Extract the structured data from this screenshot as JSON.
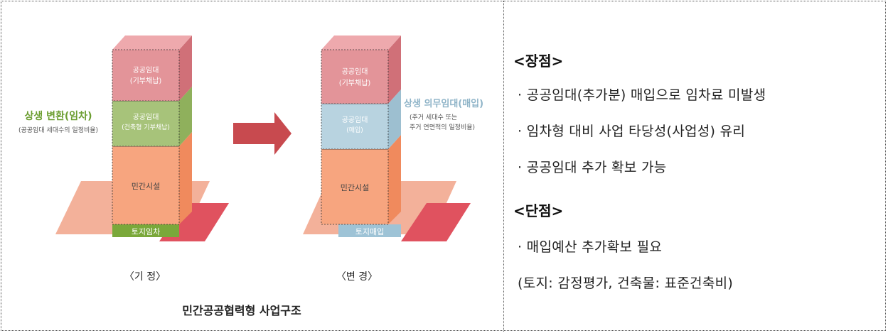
{
  "diagram": {
    "before": {
      "side_title": "상생 변환(임차)",
      "side_sub": "(공공임대 세대수의 일정비율)",
      "block_top_line1": "공공임대",
      "block_top_line2": "(기부채납)",
      "block_mid_line1": "공공임대",
      "block_mid_line2": "(건축형 기부채납)",
      "block_bottom": "민간시설",
      "ground_label": "토지임차",
      "caption": "〈기 정〉"
    },
    "after": {
      "side_title": "상생 의무임대(매입)",
      "side_sub1": "(주거 세대수 또는",
      "side_sub2": "주거 연면적의 일정비율)",
      "block_top_line1": "공공임대",
      "block_top_line2": "(기부채납)",
      "block_mid_line1": "공공임대",
      "block_mid_line2": "(매입)",
      "block_bottom": "민간시설",
      "ground_label": "토지매입",
      "caption": "〈변 경〉"
    },
    "title": "민간공공협력형 사업구조",
    "colors": {
      "red_block": "#e39499",
      "green_block": "#a7c37a",
      "blue_block": "#b8d3e0",
      "orange_block": "#f7a57f",
      "ground": "#f2a98f",
      "red_slab": "#e0525f",
      "arrow": "#c84a4f",
      "green_text": "#6c9e31",
      "blue_text": "#8fb4c8"
    }
  },
  "panel": {
    "advantages_heading": "<장점>",
    "advantages": [
      "· 공공임대(추가분) 매입으로 임차료 미발생",
      "· 임차형 대비 사업 타당성(사업성) 유리",
      "· 공공임대 추가 확보 가능"
    ],
    "disadvantages_heading": "<단점>",
    "disadvantages": [
      "· 매입예산 추가확보 필요",
      "(토지: 감정평가, 건축물: 표준건축비)"
    ]
  }
}
